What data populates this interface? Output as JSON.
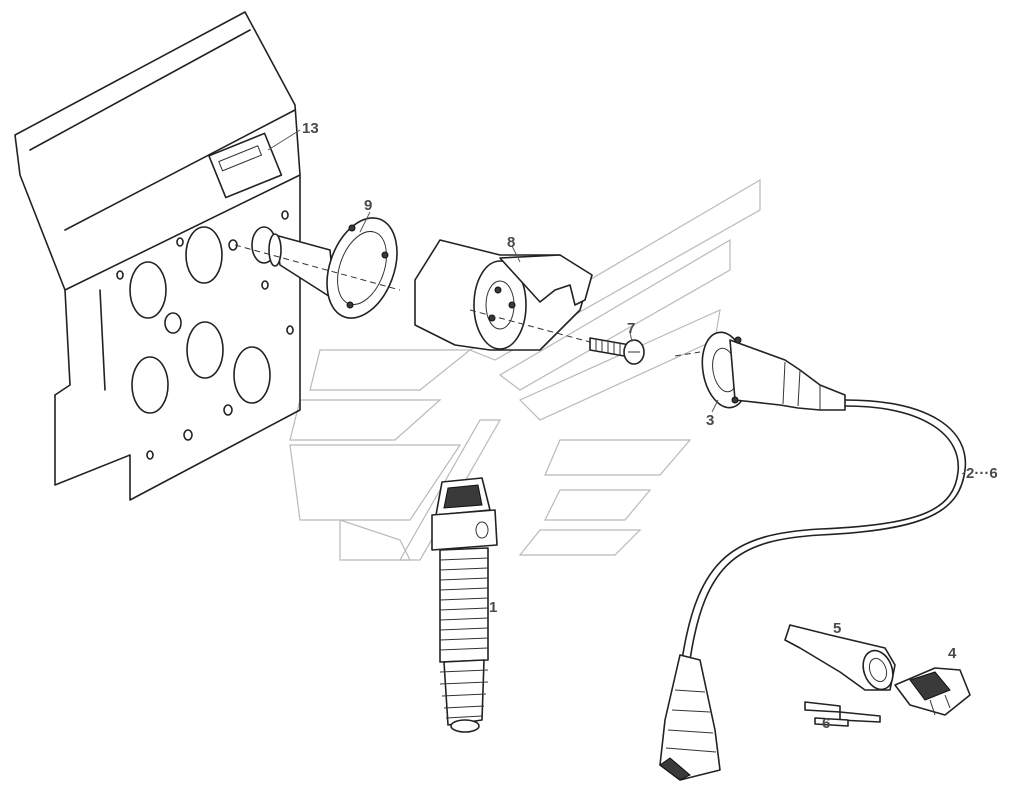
{
  "diagram": {
    "callouts": [
      {
        "id": "13",
        "label": "13"
      },
      {
        "id": "9",
        "label": "9"
      },
      {
        "id": "8",
        "label": "8"
      },
      {
        "id": "7",
        "label": "7"
      },
      {
        "id": "3",
        "label": "3"
      },
      {
        "id": "2-6",
        "label": "2···6"
      },
      {
        "id": "1",
        "label": "1"
      },
      {
        "id": "5",
        "label": "5"
      },
      {
        "id": "4",
        "label": "4"
      },
      {
        "id": "6",
        "label": "6"
      }
    ],
    "colors": {
      "line": "#222222",
      "label": "#4a4a4a",
      "watermark": "#b9b9b9"
    }
  }
}
